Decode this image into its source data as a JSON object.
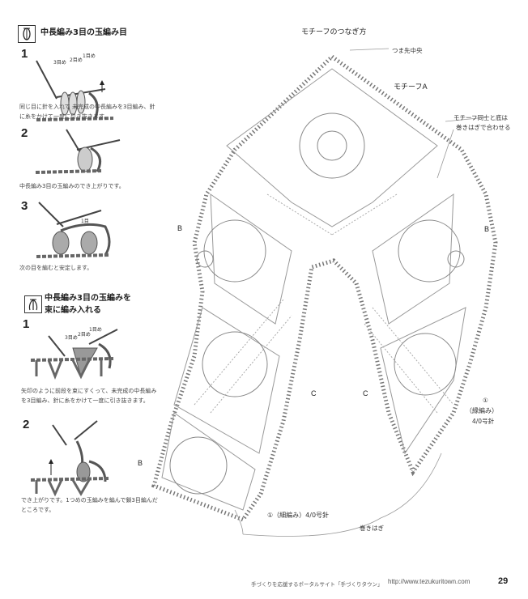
{
  "left": {
    "section1": {
      "icon": "bobble-stitch-symbol",
      "title": "中長編み3目の玉編み目",
      "steps": [
        {
          "num": "1",
          "labels": [
            "3目め",
            "2目め",
            "1目め"
          ],
          "caption": "同じ目に針を入れて 未完成の中長編みを3目編み、針に糸をかけて一度に引き抜きます。"
        },
        {
          "num": "2",
          "caption": "中長編み3目の玉編みのでき上がりです。"
        },
        {
          "num": "3",
          "labels": [
            "1目"
          ],
          "caption": "次の目を編むと安定します。"
        }
      ]
    },
    "section2": {
      "icon": "bobble-stitch-bundle-symbol",
      "title_line1": "中長編み3目の玉編みを",
      "title_line2": "束に編み入れる",
      "steps": [
        {
          "num": "1",
          "labels": [
            "3目め",
            "2目め",
            "1目め"
          ],
          "caption": "矢印のように前段を束にすくって、未完成の中長編みを3目編み、針に糸をかけて一度に引き抜きます。"
        },
        {
          "num": "2",
          "caption": "でき上がりです。1つめの玉編みを編んで鎖3目編んだところです。"
        }
      ]
    }
  },
  "diagram": {
    "title": "モチーフのつなぎ方",
    "toe_center": "つま先中央",
    "motif_a": "モチーフA",
    "join_note_line1": "モチーフ同士と底は",
    "join_note_line2": "巻きはぎで合わせる",
    "label_b": "B",
    "label_c": "C",
    "edge_circle": "①",
    "edge_name": "（縁編み）",
    "edge_hook": "4/0号針",
    "sc_note": "①（細編み）4/0号針",
    "whipstitch": "巻きはぎ"
  },
  "footer": {
    "portal": "手づくりを応援するポータルサイト「手づくりタウン」",
    "url": "http://www.tezukuritown.com",
    "page_number": "29"
  }
}
